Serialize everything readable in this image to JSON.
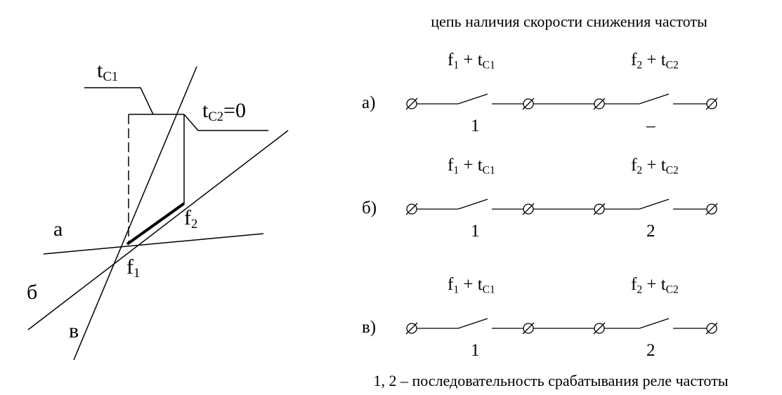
{
  "title": "цепь наличия скорости снижения частоты",
  "footer": "1, 2 – последовательность срабатывания реле частоты",
  "graph": {
    "t_c1": {
      "base": "t",
      "sub": "C1"
    },
    "t_c2": {
      "base": "t",
      "sub": "C2",
      "suffix": "=0"
    },
    "f1": {
      "base": "f",
      "sub": "1"
    },
    "f2": {
      "base": "f",
      "sub": "2"
    },
    "line_a": "а",
    "line_b": "б",
    "line_v": "в"
  },
  "circuits": [
    {
      "label": "а)",
      "relay1": {
        "f": "f",
        "fsub": "1",
        "plus": " + ",
        "t": "t",
        "tsub": "C1",
        "order": "1"
      },
      "relay2": {
        "f": "f",
        "fsub": "2",
        "plus": " + ",
        "t": "t",
        "tsub": "C2",
        "order": "–"
      }
    },
    {
      "label": "б)",
      "relay1": {
        "f": "f",
        "fsub": "1",
        "plus": " + ",
        "t": "t",
        "tsub": "C1",
        "order": "1"
      },
      "relay2": {
        "f": "f",
        "fsub": "2",
        "plus": " + ",
        "t": "t",
        "tsub": "C2",
        "order": "2"
      }
    },
    {
      "label": "в)",
      "relay1": {
        "f": "f",
        "fsub": "1",
        "plus": " + ",
        "t": "t",
        "tsub": "C1",
        "order": "1"
      },
      "relay2": {
        "f": "f",
        "fsub": "2",
        "plus": " + ",
        "t": "t",
        "tsub": "C2",
        "order": "2"
      }
    }
  ]
}
